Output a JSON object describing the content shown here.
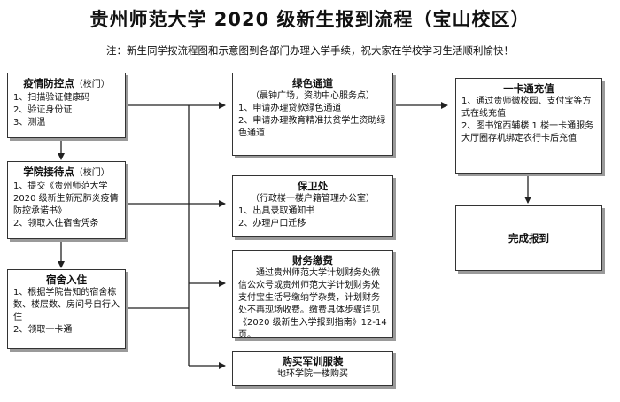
{
  "title": "贵州师范大学 2020 级新生报到流程（宝山校区）",
  "note": "注：新生同学按流程图和示意图到各部门办理入学手续，祝大家在学校学习生活顺利愉快！",
  "boxes": {
    "epidemic": {
      "title": "疫情防控点",
      "location": "（校门）",
      "items": [
        "1、扫描验证健康码",
        "2、验证身份证",
        "3、测温"
      ]
    },
    "college": {
      "title": "学院接待点",
      "location": "（校门）",
      "items": [
        "1、提交《贵州师范大学 2020 级新生新冠肺炎疫情防控承诺书》",
        "2、领取入住宿舍凭条"
      ]
    },
    "dorm": {
      "title": "宿舍入住",
      "items": [
        "1、根据学院告知的宿舍栋数、楼层数、房间号自行入住",
        "2、领取一卡通"
      ]
    },
    "green": {
      "title": "绿色通道",
      "subtitle": "（晨钟广场，资助中心服务点）",
      "items": [
        "1、申请办理贷款绿色通道",
        "2、申请办理教育精准扶贫学生资助绿色通道"
      ]
    },
    "security": {
      "title": "保卫处",
      "subtitle": "（行政楼一楼户籍管理办公室）",
      "items": [
        "1、出具录取通知书",
        "2、办理户口迁移"
      ]
    },
    "finance": {
      "title": "财务缴费",
      "text": "通过贵州师范大学计划财务处微信公众号或贵州师范大学计划财务处支付宝生活号缴纳学杂费，计划财务处不再现场收费。缴费具体步骤详见《2020 级新生入学报到指南》12-14 页。"
    },
    "military": {
      "title": "购买军训服装",
      "text": "地环学院一楼购买"
    },
    "card": {
      "title": "一卡通充值",
      "items": [
        "1、通过贵师微校园、支付宝等方式在线充值",
        "2、图书馆西辅楼 1 楼一卡通服务大厅圈存机绑定农行卡后充值"
      ]
    },
    "done": {
      "title": "完成报到"
    }
  }
}
